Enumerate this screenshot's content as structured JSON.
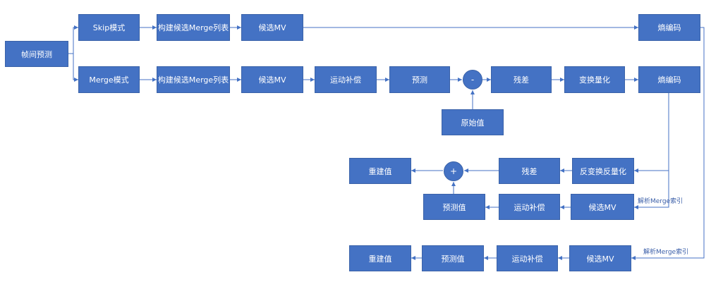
{
  "inter_prediction": "帧间预测",
  "skip_branch": {
    "mode": "Skip模式",
    "build_list": "构建候选Merge列表",
    "candidate_mv": "候选MV",
    "entropy_coding": "熵编码"
  },
  "merge_branch": {
    "mode": "Merge模式",
    "build_list": "构建候选Merge列表",
    "candidate_mv": "候选MV",
    "motion_compensation": "运动补偿",
    "prediction": "预测",
    "subtract_op": "-",
    "original": "原始值",
    "residual": "残差",
    "transform_quant": "变换量化",
    "entropy_coding": "熵编码"
  },
  "merge_decode": {
    "inverse_quant": "反变换反量化",
    "residual": "残差",
    "add_op": "+",
    "reconstructed": "重建值",
    "parse_note": "解析Merge索引",
    "candidate_mv": "候选MV",
    "motion_compensation": "运动补偿",
    "predicted": "预测值"
  },
  "skip_decode": {
    "parse_note": "解析Merge索引",
    "candidate_mv": "候选MV",
    "motion_compensation": "运动补偿",
    "predicted": "预测值",
    "reconstructed": "重建值"
  },
  "colors": {
    "box_fill": "#4472c4",
    "line": "#4472c4",
    "note_text": "#3a5ea8"
  }
}
